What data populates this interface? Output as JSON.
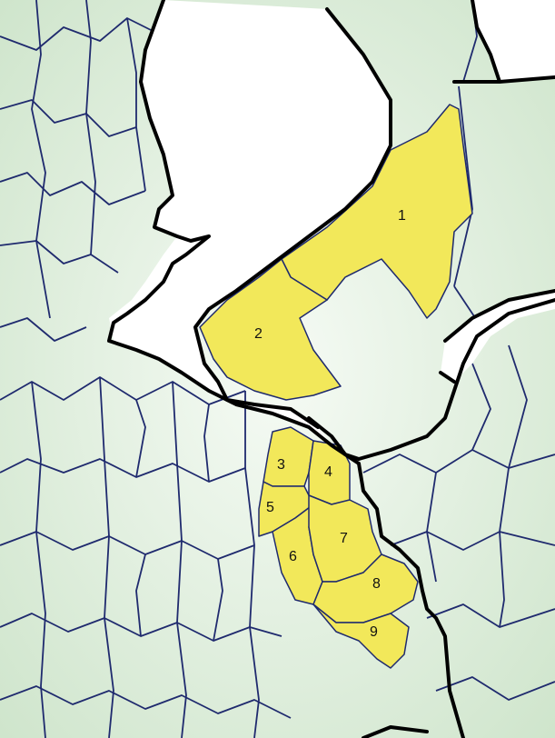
{
  "map": {
    "colors": {
      "background_land": "#dcebd8",
      "highlight": "#f2e85a",
      "water": "#ffffff",
      "minor_border": "#1f2a6e",
      "major_border": "#000000"
    },
    "regions": [
      {
        "id": "region-1",
        "label": "1"
      },
      {
        "id": "region-2",
        "label": "2"
      },
      {
        "id": "region-3",
        "label": "3"
      },
      {
        "id": "region-4",
        "label": "4"
      },
      {
        "id": "region-5",
        "label": "5"
      },
      {
        "id": "region-6",
        "label": "6"
      },
      {
        "id": "region-7",
        "label": "7"
      },
      {
        "id": "region-8",
        "label": "8"
      },
      {
        "id": "region-9",
        "label": "9"
      }
    ]
  }
}
